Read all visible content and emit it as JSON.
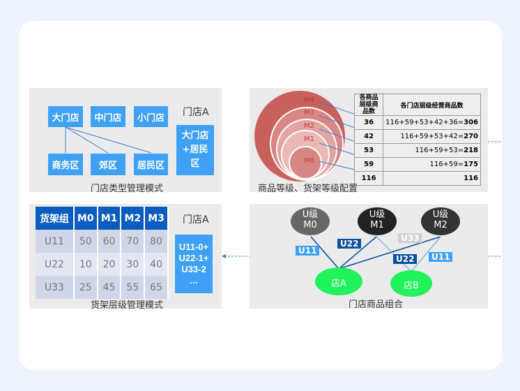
{
  "store_type_panel": {
    "top_boxes": [
      "大门店",
      "中门店",
      "小门店"
    ],
    "bottom_boxes": [
      "商务区",
      "郊区",
      "居民区"
    ],
    "store_label": "门店A",
    "result_box": "大门店+居民区",
    "caption": "门店类型管理模式"
  },
  "product_level_panel": {
    "rings": [
      "M4",
      "M3",
      "M2",
      "M1",
      "M0"
    ],
    "headers": [
      "各商品层级商品数",
      "各门店层级经营商品数"
    ],
    "rows": [
      {
        "count": "36",
        "formula": "116+59+53+42+36=",
        "total": "306"
      },
      {
        "count": "42",
        "formula": "116+59+53+42=",
        "total": "270"
      },
      {
        "count": "53",
        "formula": "116+59+53=",
        "total": "218"
      },
      {
        "count": "59",
        "formula": "116+59=",
        "total": "175"
      },
      {
        "count": "116",
        "formula": "",
        "total": "116"
      }
    ],
    "caption": "商品等级、货架等级配置"
  },
  "shelf_panel": {
    "headers": [
      "货架组",
      "M0",
      "M1",
      "M2",
      "M3"
    ],
    "rows": [
      [
        "U11",
        "50",
        "60",
        "70",
        "80"
      ],
      [
        "U22",
        "10",
        "20",
        "30",
        "40"
      ],
      [
        "U33",
        "25",
        "45",
        "55",
        "65"
      ]
    ],
    "store_label": "门店A",
    "result_lines": [
      "U11-0+",
      "U22-1+",
      "U33-2",
      "…"
    ],
    "caption": "货架层级管理模式"
  },
  "combo_panel": {
    "levels": [
      {
        "l1": "U级",
        "l2": "M0"
      },
      {
        "l1": "U级",
        "l2": "M1"
      },
      {
        "l1": "U级",
        "l2": "M2"
      }
    ],
    "stores": [
      "店A",
      "店B"
    ],
    "tags": [
      "U11",
      "U22",
      "U33",
      "U22",
      "U11"
    ],
    "caption": "门店商品组合"
  },
  "colors": {
    "blue": "#3fa1f5",
    "navy": "#0b5cbf",
    "green": "#1ff25a"
  }
}
